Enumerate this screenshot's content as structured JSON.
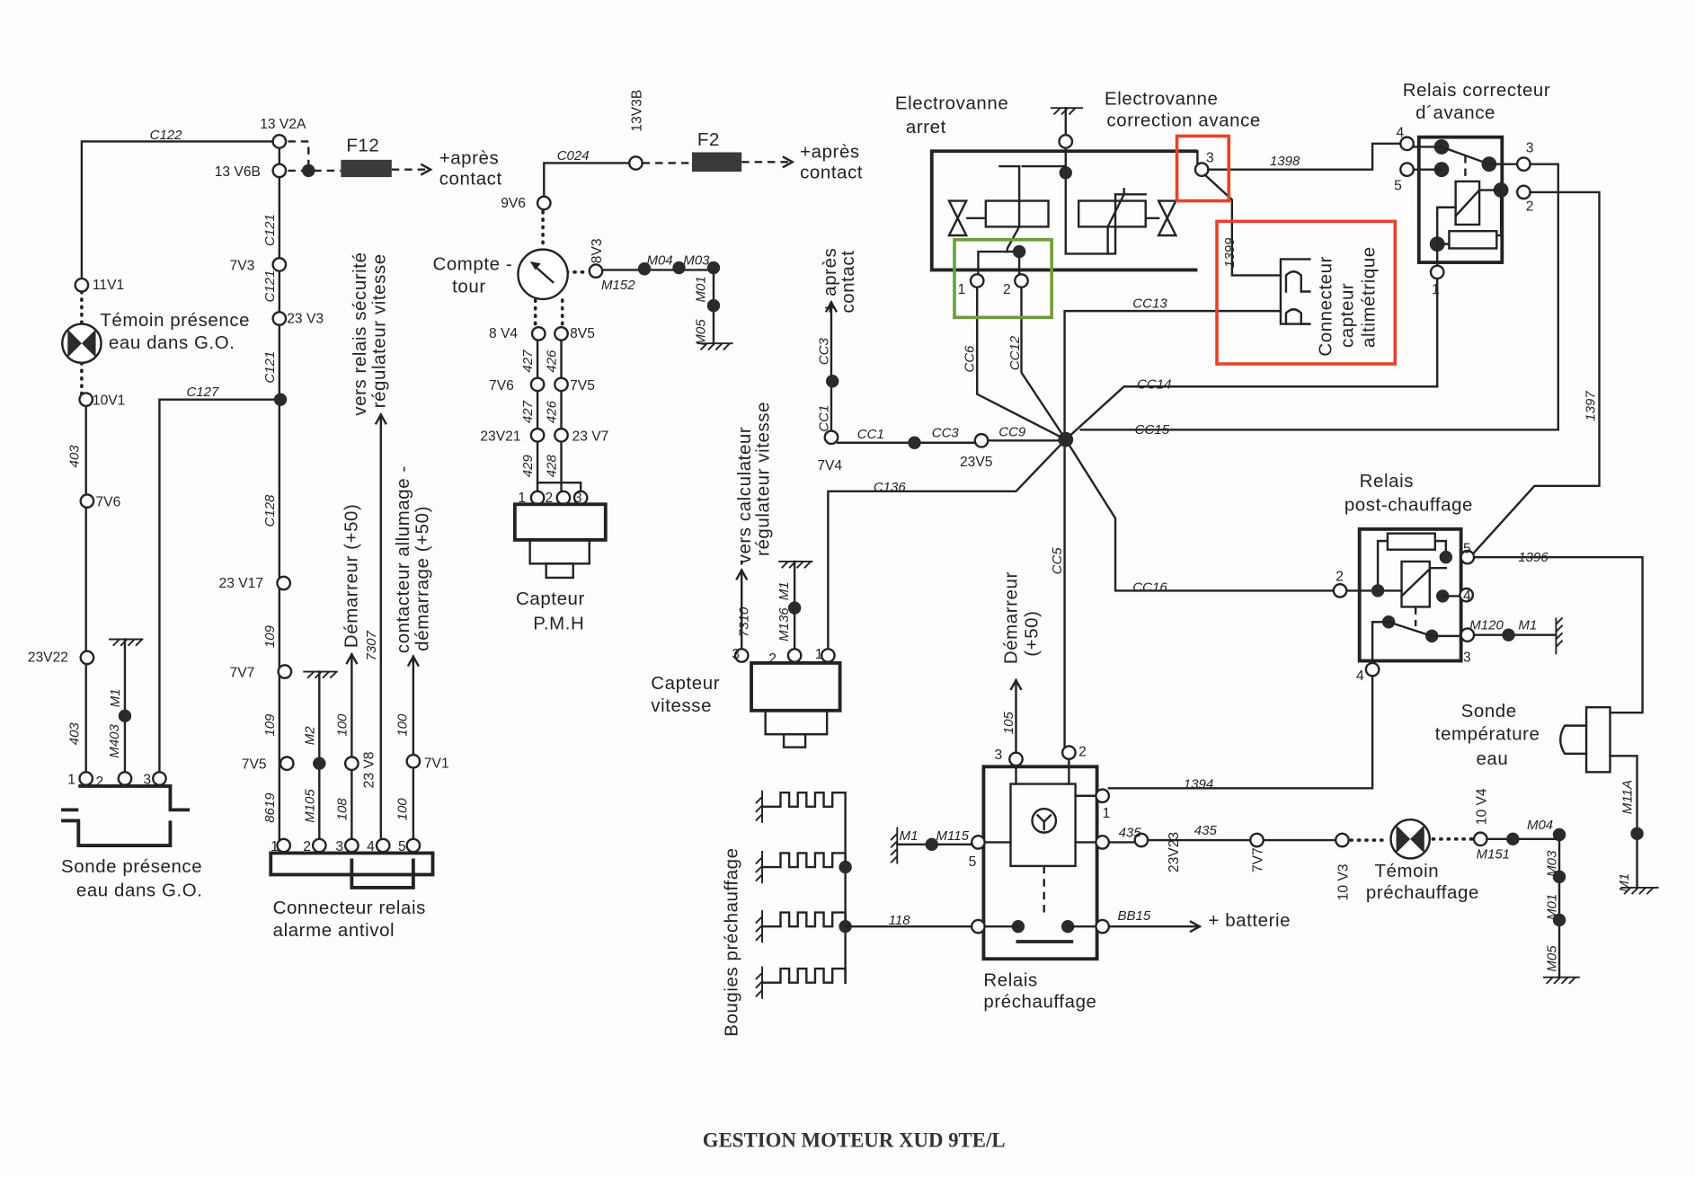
{
  "title": "GESTION MOTEUR XUD 9TE/L",
  "highlight_colors": {
    "red": "#e8412c",
    "green": "#6e9e3c"
  },
  "components": {
    "temoin_eau": [
      "Témoin  présence",
      "eau  dans  G.O."
    ],
    "sonde_eau": [
      "Sonde  présence",
      "eau  dans   G.O."
    ],
    "connecteur_alarme": [
      "Connecteur  relais",
      "alarme   antivol"
    ],
    "vers_relais_securite": [
      "vers  relais  sécurité",
      "régulateur  vitesse"
    ],
    "demarreur_left": [
      "Démarreur  (+50)"
    ],
    "contacteur": [
      "contacteur   allumage -",
      "démarrage  (+50)"
    ],
    "apres_contact_1": [
      "+après",
      "contact"
    ],
    "fuse_f12": "F12",
    "fuse_f2": "F2",
    "apres_contact_2": [
      "+après",
      "contact"
    ],
    "compte_tour": [
      "Compte -",
      "tour"
    ],
    "capteur_pmh": [
      "Capteur",
      "P.M.H"
    ],
    "electrovanne_arret": [
      "Electrovanne",
      "arret"
    ],
    "electrovanne_correction": [
      "Electrovanne",
      "correction  avance"
    ],
    "relais_correcteur": [
      "Relais  correcteur",
      "d´avance"
    ],
    "connecteur_altimetrique": [
      "Connecteur",
      "capteur",
      "altimétrique"
    ],
    "apres_contact_3": [
      "+ après",
      "contact"
    ],
    "vers_calculateur": [
      "vers  calculateur",
      "régulateur  vitesse"
    ],
    "capteur_vitesse": [
      "Capteur",
      "vitesse"
    ],
    "relais_post": [
      "Relais",
      "post-chauffage"
    ],
    "sonde_temp": [
      "Sonde",
      "température",
      "eau"
    ],
    "demarreur_right": [
      "Démarreur",
      "(+50)"
    ],
    "bougies": [
      "Bougies  préchauffage"
    ],
    "relais_prechauffage": [
      "Relais",
      "préchauffage"
    ],
    "batterie": "+ batterie",
    "temoin_prechauffage": [
      "Témoin",
      "préchauffage"
    ]
  },
  "nodes": [
    "13 V2A",
    "13 V6B",
    "11V1",
    "10V1",
    "7V6",
    "23V22",
    "7V3",
    "23 V3",
    "23 V17",
    "7V7",
    "7V5",
    "23 V8",
    "7V1",
    "13V3B",
    "9V6",
    "8V3",
    "8 V4",
    "8V5",
    "7V6",
    "7V5",
    "23V21",
    "23 V7",
    "7V4",
    "23V5",
    "23V23",
    "7V7",
    "10 V3",
    "10 V4"
  ],
  "wires": [
    "C122",
    "C121",
    "C121",
    "C121",
    "C127",
    "C128",
    "109",
    "109",
    "8619",
    "403",
    "403",
    "M1",
    "M403",
    "M2",
    "M105",
    "100",
    "108",
    "7307",
    "100",
    "100",
    "C024",
    "M04",
    "M03",
    "M152",
    "M01",
    "M05",
    "427",
    "426",
    "427",
    "426",
    "429",
    "428",
    "CC3",
    "CC1",
    "CC1",
    "CC3",
    "CC9",
    "CC6",
    "CC12",
    "CC13",
    "CC14",
    "CC15",
    "C136",
    "CC16",
    "CC5",
    "1398",
    "1399",
    "1397",
    "1396",
    "M120",
    "M1",
    "M11A",
    "M1",
    "1394",
    "435",
    "435",
    "BB15",
    "118",
    "M1",
    "M115",
    "105",
    "7310",
    "M136",
    "M1",
    "M151",
    "M04",
    "M03",
    "M01",
    "M05"
  ],
  "pins": [
    "1",
    "2",
    "3",
    "1",
    "2",
    "3",
    "4",
    "5",
    "1",
    "2",
    "3",
    "1",
    "2",
    "3",
    "4",
    "5",
    "3",
    "2",
    "1",
    "3",
    "2",
    "1",
    "2",
    "5",
    "4",
    "3",
    "4",
    "3",
    "2",
    "1",
    "5"
  ]
}
